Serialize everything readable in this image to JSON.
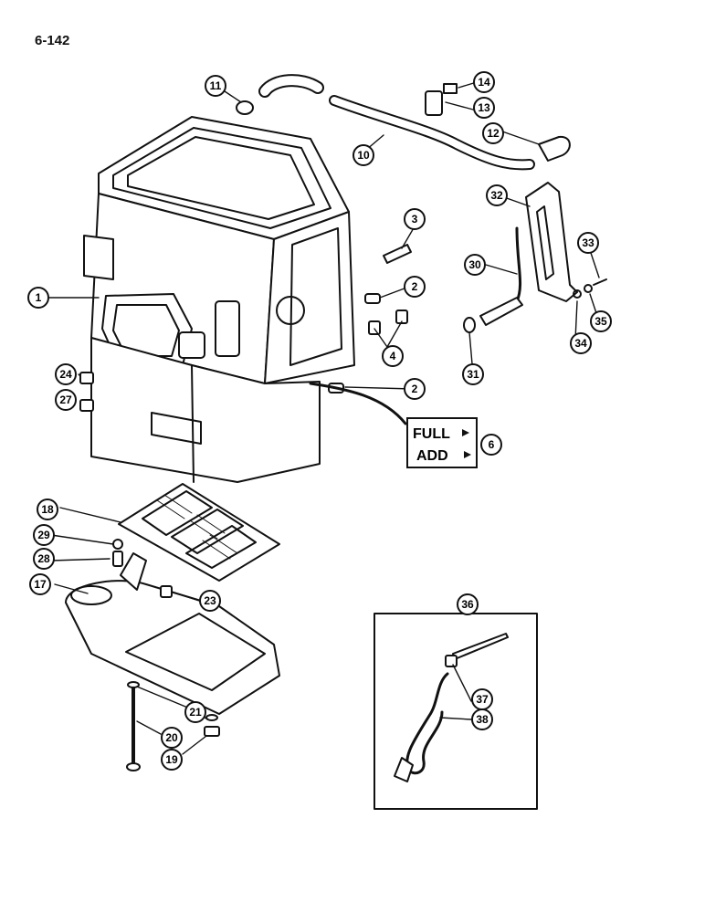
{
  "page_number": "6-142",
  "callouts": [
    "1",
    "2",
    "2",
    "3",
    "4",
    "6",
    "10",
    "11",
    "12",
    "13",
    "14",
    "17",
    "18",
    "19",
    "20",
    "21",
    "23",
    "24",
    "27",
    "28",
    "29",
    "30",
    "31",
    "32",
    "33",
    "34",
    "35",
    "36",
    "37",
    "38"
  ],
  "dipstick_labels": {
    "full": "FULL",
    "add": "ADD"
  }
}
